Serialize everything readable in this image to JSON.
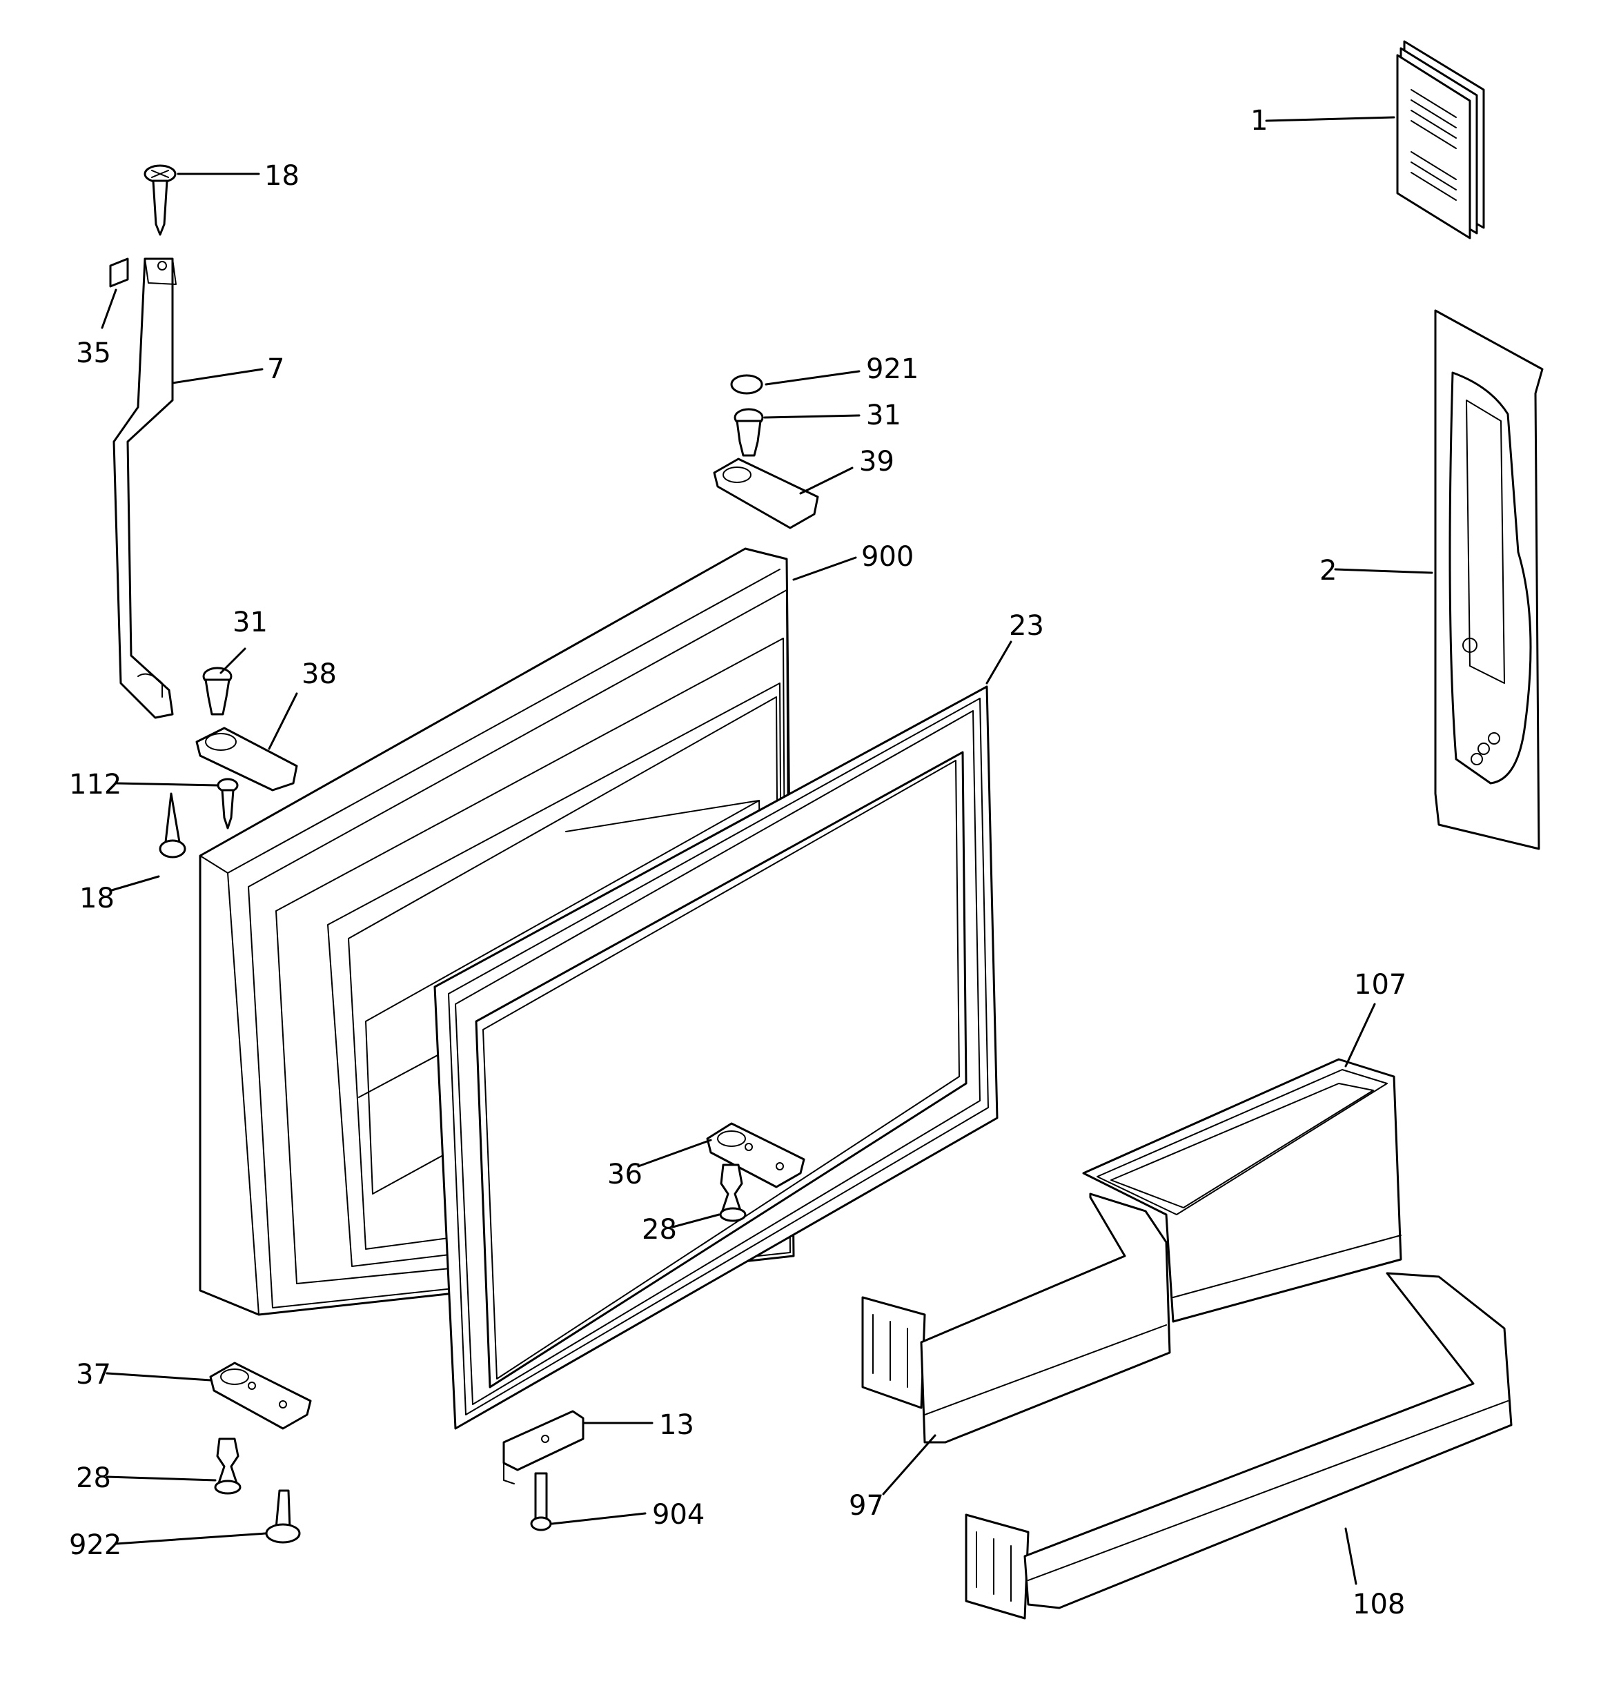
{
  "callouts": {
    "c1": "1",
    "c2": "2",
    "c7": "7",
    "c13": "13",
    "c18a": "18",
    "c18b": "18",
    "c23": "23",
    "c28a": "28",
    "c28b": "28",
    "c31a": "31",
    "c31b": "31",
    "c35": "35",
    "c36": "36",
    "c37": "37",
    "c38": "38",
    "c39": "39",
    "c97": "97",
    "c107": "107",
    "c108": "108",
    "c112": "112",
    "c900": "900",
    "c904": "904",
    "c921": "921",
    "c922": "922"
  },
  "colors": {
    "line": "#000000",
    "background": "#ffffff"
  }
}
